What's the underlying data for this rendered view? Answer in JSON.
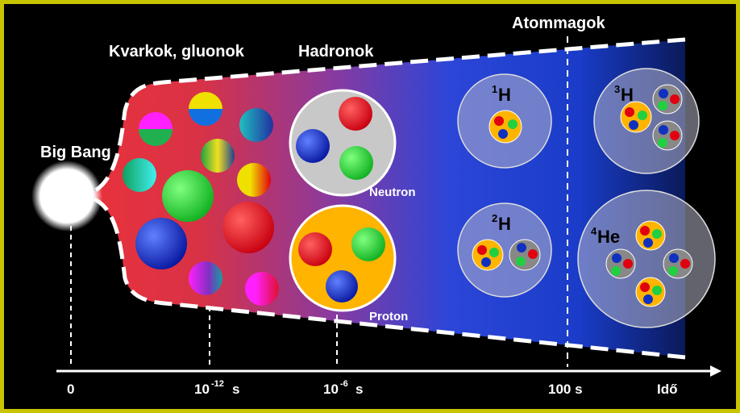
{
  "labels": {
    "big_bang": "Big Bang",
    "quarks": "Kvarkok, gluonok",
    "hadrons": "Hadronok",
    "nuclei": "Atommagok",
    "neutron": "Neutron",
    "proton": "Proton",
    "h1_mass": "1",
    "h1_sym": "H",
    "h2_mass": "2",
    "h2_sym": "H",
    "h3_mass": "3",
    "h3_sym": "H",
    "he4_mass": "4",
    "he4_sym": "He"
  },
  "axis": {
    "title": "Idő",
    "t0": "0",
    "t1_base": "10",
    "t1_exp": "-12",
    "t1_unit": "s",
    "t2_base": "10",
    "t2_exp": "-6",
    "t2_unit": "s",
    "t3": "100 s"
  },
  "colors": {
    "frame": "#c8c400",
    "background": "#000000",
    "plasma_start": "#e8323c",
    "plasma_mid": "#7a3aa6",
    "plasma_end": "#1e46d8",
    "proton_yellow": "#ffb400",
    "neutron_gray": "#c8c8c8"
  }
}
